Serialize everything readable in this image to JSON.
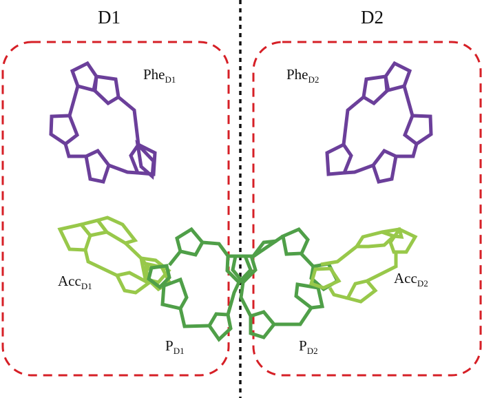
{
  "colors": {
    "domain_box": "#d61f26",
    "divider": "#111111",
    "phe": "#6b3f9a",
    "p": "#4f9f48",
    "acc": "#98c84a"
  },
  "domains": [
    {
      "title": "D1",
      "phe_label": {
        "main": "Phe",
        "sub": "D1"
      },
      "acc_label": {
        "main": "Acc",
        "sub": "D1"
      },
      "p_label": {
        "main": "P",
        "sub": "D1"
      }
    },
    {
      "title": "D2",
      "phe_label": {
        "main": "Phe",
        "sub": "D2"
      },
      "acc_label": {
        "main": "Acc",
        "sub": "D2"
      },
      "p_label": {
        "main": "P",
        "sub": "D2"
      }
    }
  ]
}
